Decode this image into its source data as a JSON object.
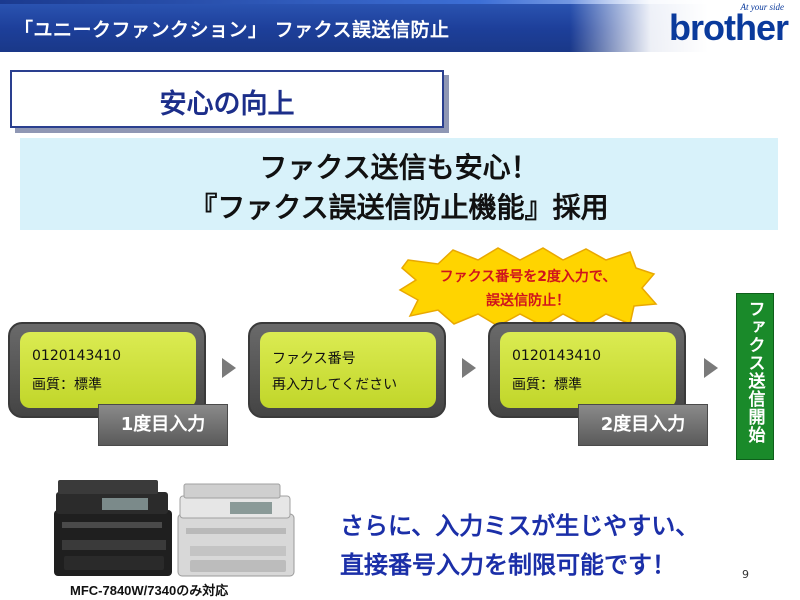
{
  "header": {
    "title": "「ユニークファンクション」 ファクス誤送信防止",
    "brand": {
      "logo_text": "brother",
      "tagline": "At your side"
    }
  },
  "section": {
    "title": "安心の向上"
  },
  "headline": {
    "line1": "ファクス送信も安心！",
    "line2": "『ファクス誤送信防止機能』採用"
  },
  "callout": {
    "line1": "ファクス番号を2度入力で、",
    "line2": "誤送信防止！"
  },
  "flow": {
    "panels": [
      {
        "line1": "0120143410",
        "line2": "画質：標準"
      },
      {
        "line1": "ファクス番号",
        "line2": "再入力してください"
      },
      {
        "line1": "0120143410",
        "line2": "画質：標準"
      }
    ],
    "step_labels": [
      "1度目入力",
      "2度目入力"
    ],
    "final_label": "ファクス送信開始"
  },
  "printers": {
    "caption": "MFC-7840W/7340のみ対応"
  },
  "bottom_message": {
    "line1": "さらに、入力ミスが生じやすい、",
    "line2": "直接番号入力を制限可能です！"
  },
  "page_number": "9",
  "colors": {
    "header_blue": "#1d3f9a",
    "title_navy": "#1c2e8a",
    "panel_lime": "#c9dc3a",
    "callout_yellow": "#ffd400",
    "callout_red": "#d0141c",
    "start_green": "#1a8a2a",
    "message_blue": "#1b2fa8"
  },
  "icons": {
    "arrow": "triangle-right-icon",
    "callout_shape": "starburst-icon",
    "printer": "printer-icon"
  }
}
